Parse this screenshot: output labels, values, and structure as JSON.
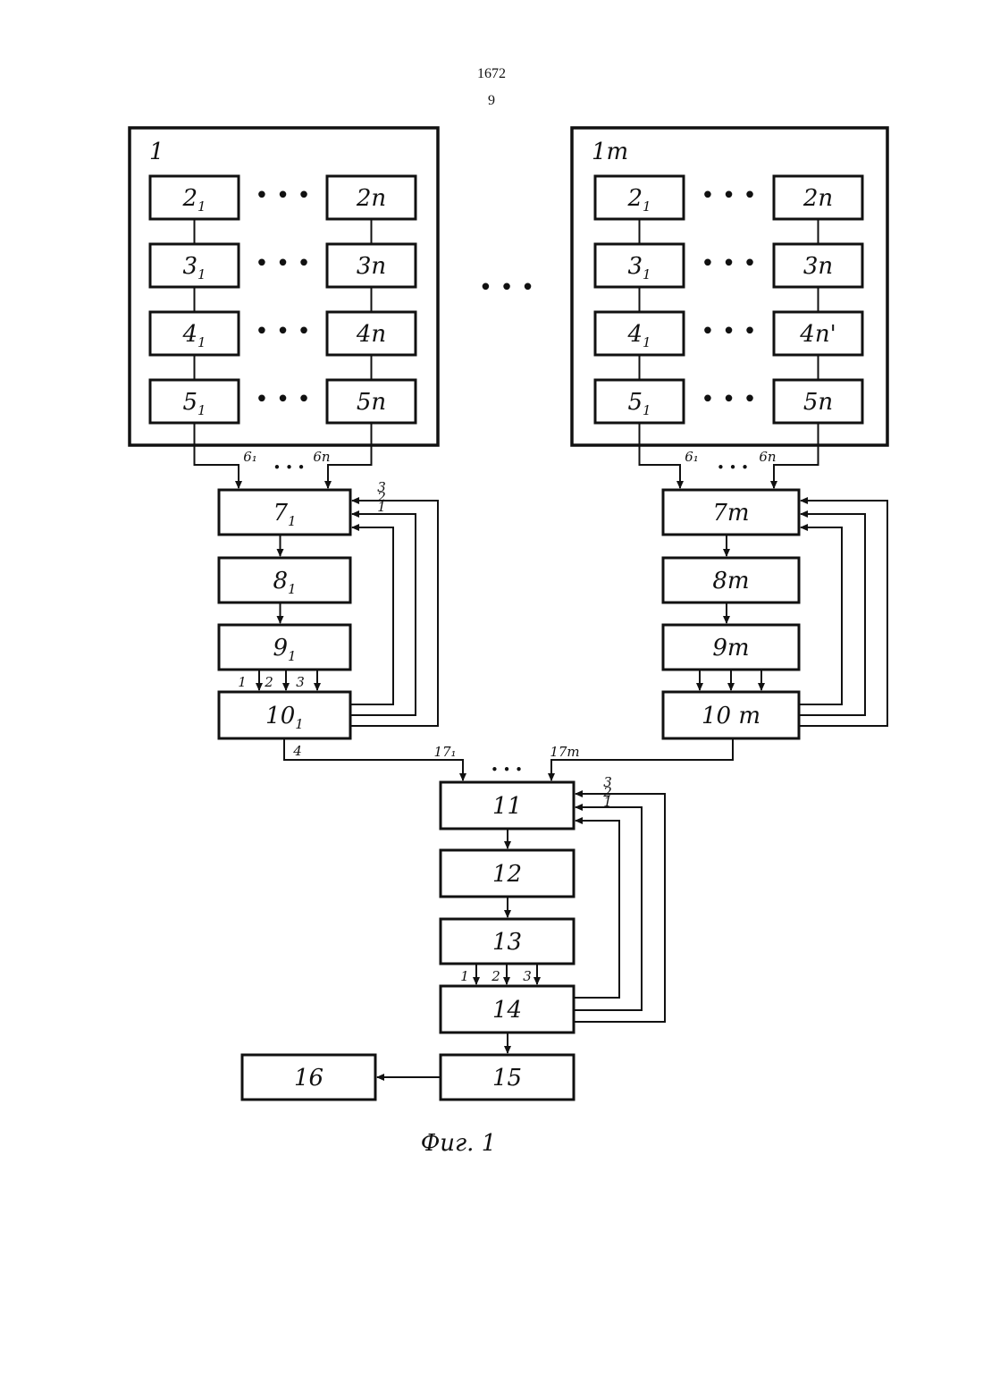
{
  "header": {
    "patent_number": "1672",
    "page_number": "9"
  },
  "diagram": {
    "groups": [
      {
        "frame_label": "1",
        "rows": [
          {
            "left": {
              "main": "2",
              "sub": "1"
            },
            "right": {
              "main": "2n",
              "sub": ""
            }
          },
          {
            "left": {
              "main": "3",
              "sub": "1"
            },
            "right": {
              "main": "3n",
              "sub": ""
            }
          },
          {
            "left": {
              "main": "4",
              "sub": "1"
            },
            "right": {
              "main": "4n",
              "sub": ""
            }
          },
          {
            "left": {
              "main": "5",
              "sub": "1"
            },
            "right": {
              "main": "5n",
              "sub": ""
            }
          }
        ],
        "bus_left": "6₁",
        "bus_right": "6n",
        "chain": [
          {
            "main": "7",
            "sub": "1"
          },
          {
            "main": "8",
            "sub": "1"
          },
          {
            "main": "9",
            "sub": "1"
          },
          {
            "main": "10",
            "sub": "1"
          }
        ],
        "fb_ports": [
          "3",
          "2",
          "1"
        ],
        "out_ports": [
          "1",
          "2",
          "3"
        ],
        "output_port": "4"
      },
      {
        "frame_label": "1m",
        "rows": [
          {
            "left": {
              "main": "2",
              "sub": "1"
            },
            "right": {
              "main": "2n",
              "sub": ""
            }
          },
          {
            "left": {
              "main": "3",
              "sub": "1"
            },
            "right": {
              "main": "3n",
              "sub": ""
            }
          },
          {
            "left": {
              "main": "4",
              "sub": "1"
            },
            "right": {
              "main": "4n'",
              "sub": ""
            }
          },
          {
            "left": {
              "main": "5",
              "sub": "1"
            },
            "right": {
              "main": "5n",
              "sub": ""
            }
          }
        ],
        "bus_left": "6₁",
        "bus_right": "6n",
        "chain": [
          {
            "main": "7m",
            "sub": ""
          },
          {
            "main": "8m",
            "sub": ""
          },
          {
            "main": "9m",
            "sub": ""
          },
          {
            "main": "10 m",
            "sub": ""
          }
        ],
        "fb_ports": [],
        "out_ports": [],
        "output_port": ""
      }
    ],
    "ellipsis": "• • •",
    "center": {
      "in_left": "17₁",
      "in_right": "17m",
      "chain": [
        "11",
        "12",
        "13",
        "14"
      ],
      "fb_ports": [
        "3",
        "2",
        "1"
      ],
      "out_ports": [
        "1",
        "2",
        "3"
      ],
      "sink": "15",
      "display": "16"
    },
    "caption": "Фиг. 1"
  }
}
